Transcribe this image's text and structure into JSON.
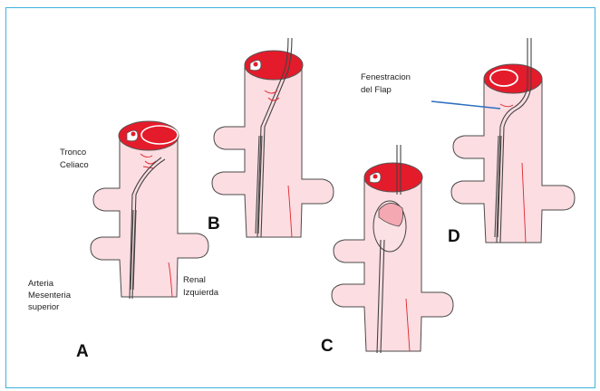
{
  "figure": {
    "labels": {
      "tronco": "Tronco",
      "celiaco": "Celiaco",
      "arteria": "Arteria",
      "mesenteria": "Mesenteria",
      "superior": "superior",
      "renal": "Renal",
      "izquierda": "Izquierda",
      "fenestracion": "Fenestracion",
      "del_flap": "del Flap"
    },
    "panels": [
      "A",
      "B",
      "C",
      "D"
    ],
    "colors": {
      "vessel_fill": "#fcdde2",
      "lumen_red": "#e41b2b",
      "frame_border": "#3fb3dd",
      "pointer_line": "#2e6fbf"
    }
  }
}
